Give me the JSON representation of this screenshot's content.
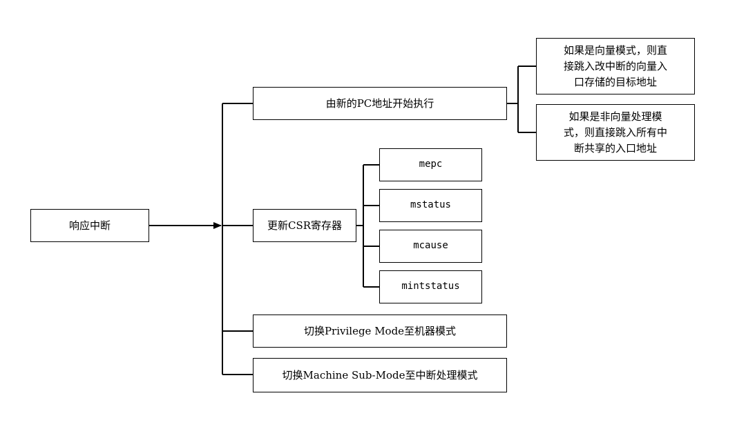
{
  "root": {
    "label": "响应中断"
  },
  "branches": [
    {
      "id": "pc",
      "label": "由新的PC地址开始执行"
    },
    {
      "id": "csr",
      "label": "更新CSR寄存器"
    },
    {
      "id": "privilege",
      "label": "切换Privilege Mode至机器模式"
    },
    {
      "id": "submode",
      "label": "切换Machine Sub-Mode至中断处理模式"
    }
  ],
  "pc_children": [
    {
      "id": "vector",
      "label": "如果是向量模式，则直\n接跳入改中断的向量入\n口存储的目标地址"
    },
    {
      "id": "nonvector",
      "label": "如果是非向量处理模\n式，则直接跳入所有中\n断共享的入口地址"
    }
  ],
  "csr_children": [
    {
      "id": "mepc",
      "label": "mepc"
    },
    {
      "id": "mstatus",
      "label": "mstatus"
    },
    {
      "id": "mcause",
      "label": "mcause"
    },
    {
      "id": "mintstatus",
      "label": "mintstatus"
    }
  ]
}
